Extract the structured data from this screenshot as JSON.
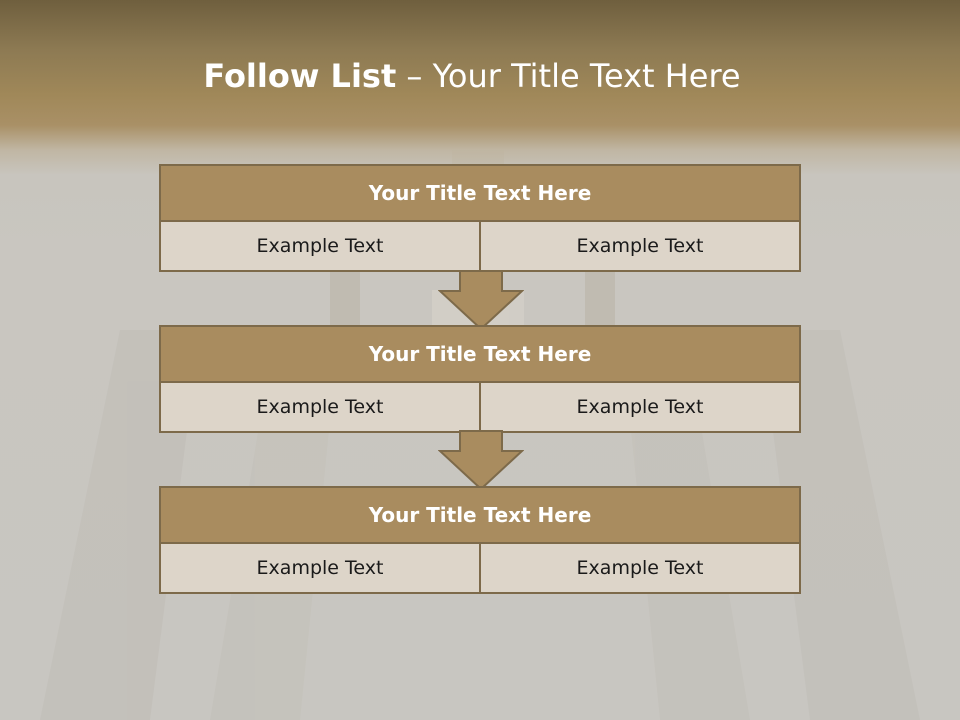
{
  "slide": {
    "title_bold": "Follow List",
    "title_sep": "–",
    "title_rest": "Your Title Text Here"
  },
  "blocks": [
    {
      "title": "Your Title Text Here",
      "left": "Example Text",
      "right": "Example Text"
    },
    {
      "title": "Your Title Text Here",
      "left": "Example Text",
      "right": "Example Text"
    },
    {
      "title": "Your Title Text Here",
      "left": "Example Text",
      "right": "Example Text"
    }
  ],
  "colors": {
    "header_fill": "#a98c5f",
    "border": "#7d6a4a",
    "row_fill": "#ddd5c9",
    "top_band": "#8d7a53"
  },
  "icons": [
    "down-arrow-icon",
    "down-arrow-icon"
  ]
}
